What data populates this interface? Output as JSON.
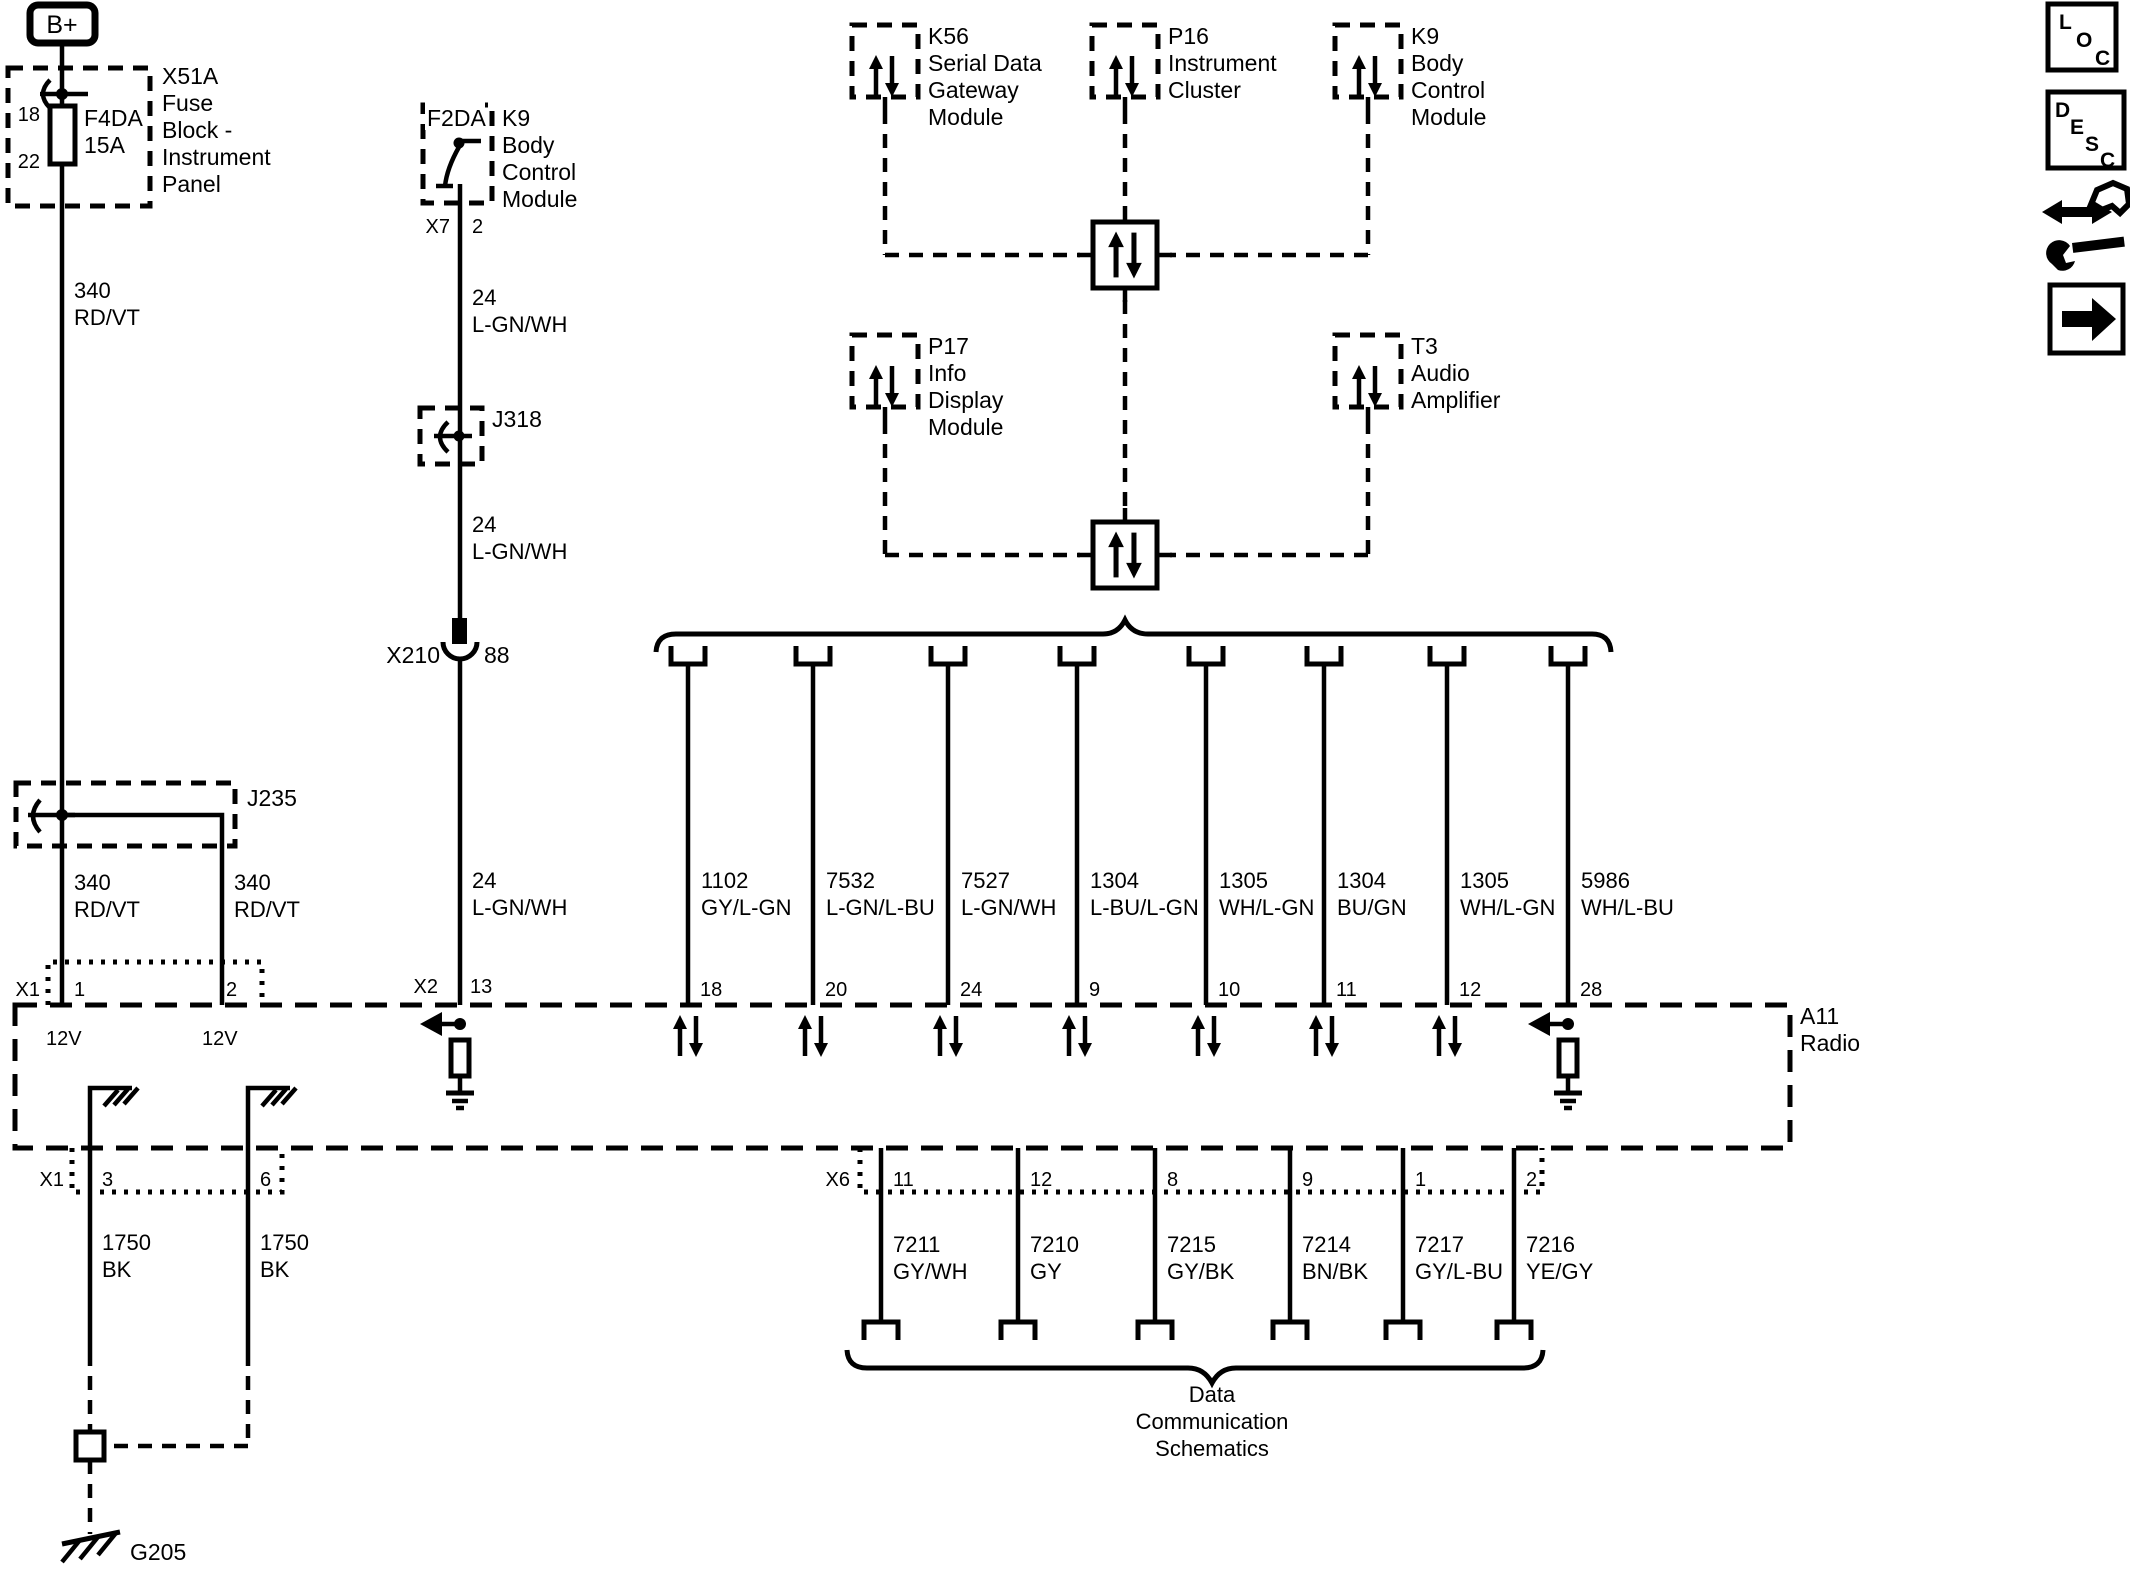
{
  "b_plus": "B+",
  "x51a": {
    "pin_in": "18",
    "pin_out": "22",
    "fuse": "F4DA",
    "amps": "15A",
    "label": [
      "X51A",
      "Fuse",
      "Block -",
      "Instrument",
      "Panel"
    ]
  },
  "w340a": [
    "340",
    "RD/VT"
  ],
  "j235": "J235",
  "w340b": [
    "340",
    "RD/VT"
  ],
  "w340c": [
    "340",
    "RD/VT"
  ],
  "x1t": {
    "conn": "X1",
    "p1": "1",
    "p2": "2",
    "v1": "12V",
    "v2": "12V"
  },
  "f2da": {
    "fuse": "F2DA",
    "label": [
      "K9",
      "Body",
      "Control",
      "Module"
    ],
    "conn": "X7",
    "pin": "2"
  },
  "w24a": [
    "24",
    "L-GN/WH"
  ],
  "j318": "J318",
  "w24b": [
    "24",
    "L-GN/WH"
  ],
  "x210": {
    "conn": "X210",
    "pin": "88"
  },
  "w24c": [
    "24",
    "L-GN/WH"
  ],
  "x2": {
    "conn": "X2",
    "pin": "13"
  },
  "modules": {
    "k56": {
      "id": "K56",
      "label": [
        "Serial Data",
        "Gateway",
        "Module"
      ]
    },
    "p16": {
      "id": "P16",
      "label": [
        "Instrument",
        "Cluster"
      ]
    },
    "k9": {
      "id": "K9",
      "label": [
        "Body",
        "Control",
        "Module"
      ]
    },
    "p17": {
      "id": "P17",
      "label": [
        "Info",
        "Display",
        "Module"
      ]
    },
    "t3": {
      "id": "T3",
      "label": [
        "Audio",
        "Amplifier"
      ]
    }
  },
  "bus": [
    {
      "circuit": "1102",
      "color": "GY/L-GN",
      "pin": "18"
    },
    {
      "circuit": "7532",
      "color": "L-GN/L-BU",
      "pin": "20"
    },
    {
      "circuit": "7527",
      "color": "L-GN/WH",
      "pin": "24"
    },
    {
      "circuit": "1304",
      "color": "L-BU/L-GN",
      "pin": "9"
    },
    {
      "circuit": "1305",
      "color": "WH/L-GN",
      "pin": "10"
    },
    {
      "circuit": "1304",
      "color": "BU/GN",
      "pin": "11"
    },
    {
      "circuit": "1305",
      "color": "WH/L-GN",
      "pin": "12"
    },
    {
      "circuit": "5986",
      "color": "WH/L-BU",
      "pin": "28"
    }
  ],
  "radio": [
    "A11",
    "Radio"
  ],
  "x6": {
    "conn": "X6",
    "wires": [
      {
        "pin": "11",
        "circuit": "7211",
        "color": "GY/WH"
      },
      {
        "pin": "12",
        "circuit": "7210",
        "color": "GY"
      },
      {
        "pin": "8",
        "circuit": "7215",
        "color": "GY/BK"
      },
      {
        "pin": "9",
        "circuit": "7214",
        "color": "BN/BK"
      },
      {
        "pin": "1",
        "circuit": "7217",
        "color": "GY/L-BU"
      },
      {
        "pin": "2",
        "circuit": "7216",
        "color": "YE/GY"
      }
    ]
  },
  "x1b": {
    "conn": "X1",
    "p3": "3",
    "p6": "6"
  },
  "w1750a": [
    "1750",
    "BK"
  ],
  "w1750b": [
    "1750",
    "BK"
  ],
  "g205": "G205",
  "callout": [
    "Data",
    "Communication",
    "Schematics"
  ],
  "icons": {
    "loc": [
      "L",
      "O",
      "C"
    ],
    "desc": [
      "D",
      "E",
      "S",
      "C"
    ]
  }
}
